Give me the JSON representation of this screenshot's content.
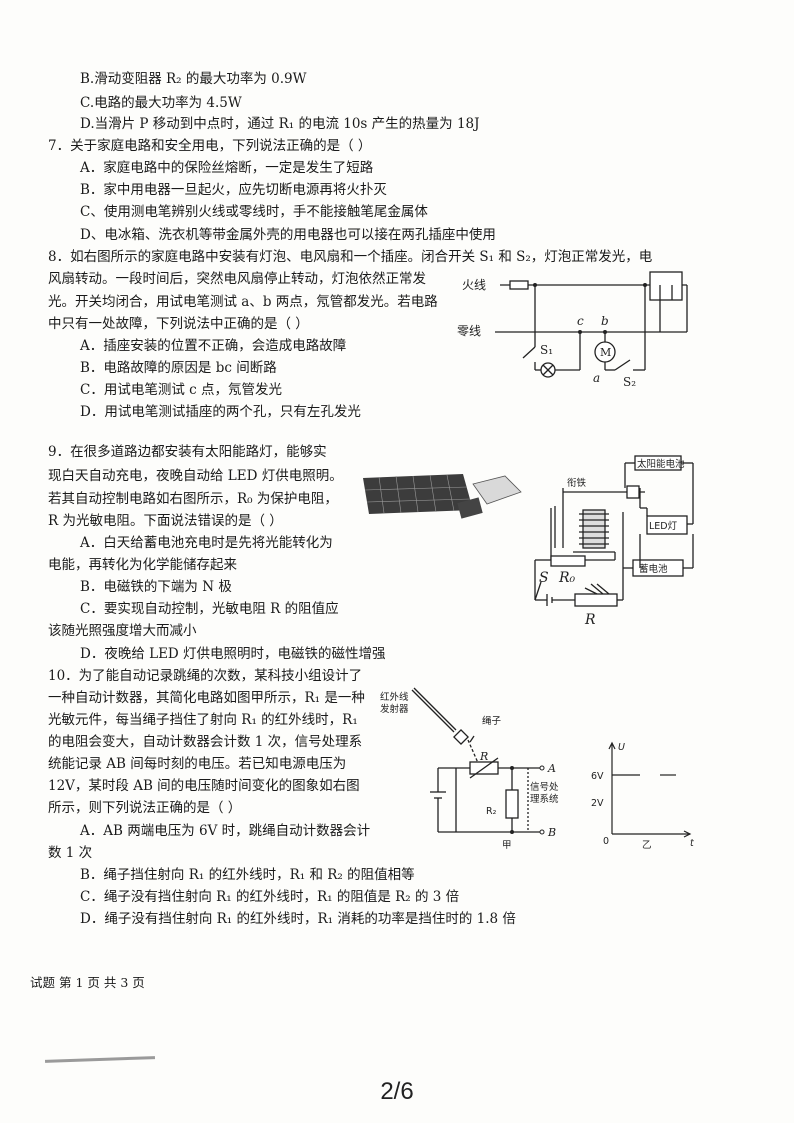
{
  "q6": {
    "b": "B.滑动变阻器 R₂ 的最大功率为 0.9W",
    "c": "C.电路的最大功率为 4.5W",
    "d": "D.当滑片 P 移动到中点时，通过 R₁ 的电流 10s 产生的热量为 18J"
  },
  "q7": {
    "stem": "7．关于家庭电路和安全用电，下列说法正确的是（    ）",
    "a": "A．家庭电路中的保险丝熔断，一定是发生了短路",
    "b": "B．家中用电器一旦起火，应先切断电源再将火扑灭",
    "c": "C、使用测电笔辨别火线或零线时，手不能接触笔尾金属体",
    "d": "D、电冰箱、洗衣机等带金属外壳的用电器也可以接在两孔插座中使用"
  },
  "q8": {
    "line1": "8．如右图所示的家庭电路中安装有灯泡、电风扇和一个插座。闭合开关 S₁ 和 S₂，灯泡正常发光，电",
    "line2": "风扇转动。一段时间后，突然电风扇停止转动，灯泡依然正常发",
    "line3": "光。开关均闭合，用试电笔测试 a、b 两点，氖管都发光。若电路",
    "line4": "中只有一处故障，下列说法中正确的是（      ）",
    "a": "A．插座安装的位置不正确，会造成电路故障",
    "b": "B．电路故障的原因是 bc 间断路",
    "c": "C．用试电笔测试 c 点，氖管发光",
    "d": "D．用试电笔测试插座的两个孔，只有左孔发光",
    "fig": {
      "live": "火线",
      "neutral": "零线",
      "c": "c",
      "b": "b",
      "a": "a",
      "s1": "S₁",
      "s2": "S₂",
      "m": "M"
    }
  },
  "q9": {
    "line1": "9．在很多道路边都安装有太阳能路灯，能够实",
    "line2": "现白天自动充电，夜晚自动给 LED 灯供电照明。",
    "line3": "若其自动控制电路如右图所示，R₀ 为保护电阻，",
    "line4": "R 为光敏电阻。下面说法错误的是（      ）",
    "a1": "A．白天给蓄电池充电时是先将光能转化为",
    "a2": "电能，再转化为化学能储存起来",
    "b": "B．电磁铁的下端为 N 极",
    "c1": "C．要实现自动控制，光敏电阻 R 的阻值应",
    "c2": "该随光照强度增大而减小",
    "d": "D．夜晚给 LED 灯供电照明时，电磁铁的磁性增强",
    "fig": {
      "solar": "太阳能电池",
      "led": "LED灯",
      "battery": "蓄电池",
      "iron": "衔铁",
      "s": "S",
      "r0": "R₀",
      "r": "R"
    }
  },
  "q10": {
    "line1": "10．为了能自动记录跳绳的次数，某科技小组设计了",
    "line2": "一种自动计数器，其简化电路如图甲所示，R₁ 是一种",
    "line3": "光敏元件，每当绳子挡住了射向 R₁ 的红外线时，R₁",
    "line4": "的电阻会变大，自动计数器会计数 1 次，信号处理系",
    "line5": "统能记录 AB 间每时刻的电压。若已知电源电压为",
    "line6": "12V，某时段 AB 间的电压随时间变化的图象如右图",
    "line7": "所示，则下列说法正确的是（      ）",
    "a1": "A．AB 两端电压为 6V 时，跳绳自动计数器会计",
    "a2": "数 1 次",
    "b": "B．绳子挡住射向 R₁ 的红外线时，R₁ 和 R₂ 的阻值相等",
    "c": "C．绳子没有挡住射向 R₁ 的红外线时，R₁ 的阻值是 R₂ 的 3 倍",
    "d": "D．绳子没有挡住射向 R₁ 的红外线时，R₁ 消耗的功率是挡住时的 1.8 倍",
    "fig": {
      "emitter1": "红外线",
      "emitter2": "发射器",
      "rope": "绳子",
      "r1": "R",
      "r2": "R₂",
      "sig1": "信号处",
      "sig2": "理系统",
      "a": "A",
      "b": "B",
      "jia": "甲",
      "yi": "乙",
      "u": "U",
      "t": "t",
      "o": "0",
      "v6": "6V",
      "v2": "2V"
    }
  },
  "footer": "试题   第 1 页 共 3 页",
  "page_number": "2/6"
}
